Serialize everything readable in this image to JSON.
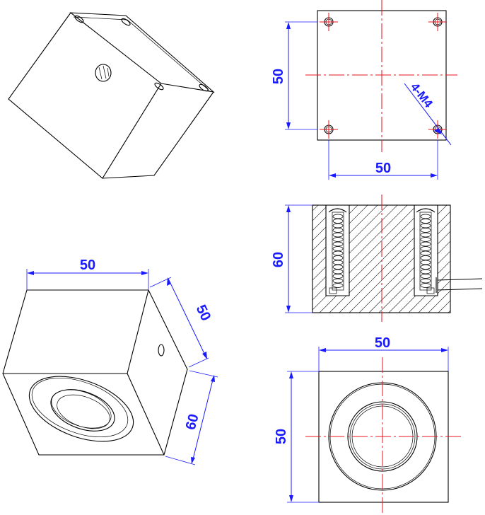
{
  "dimensions": {
    "top_view_height": "50",
    "top_view_width": "50",
    "hole_callout": "4-M4",
    "section_height": "60",
    "bottom_view_width": "50",
    "bottom_view_height": "50",
    "iso_width": "50",
    "iso_depth": "50",
    "iso_height": "60"
  },
  "colors": {
    "outline": "#000000",
    "centerline": "#e8141c",
    "dimension": "#1a1aff"
  }
}
